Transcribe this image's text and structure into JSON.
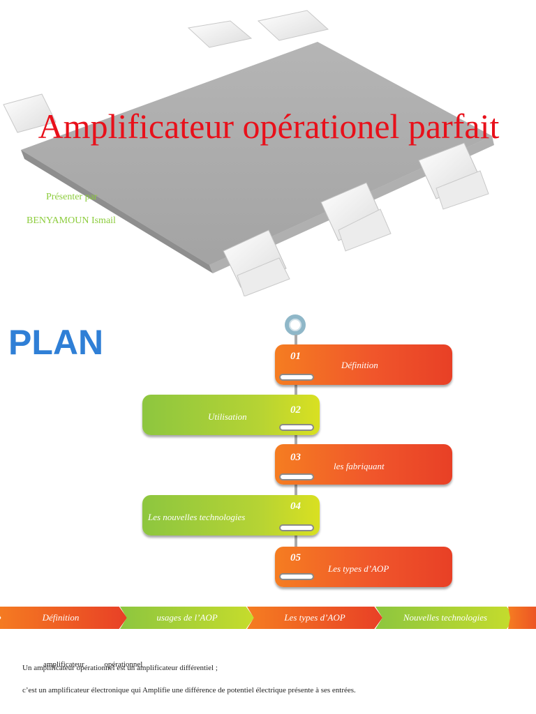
{
  "title_slide": {
    "title": "Amplificateur opérationel parfait",
    "presenter_label": "Présenter  par",
    "presenter_name": "BENYAMOUN Ismail"
  },
  "plan": {
    "title": "PLAN",
    "items": [
      {
        "number": "01",
        "label": "Définition"
      },
      {
        "number": "02",
        "label": "Utilisation"
      },
      {
        "number": "03",
        "label": "les fabriquant"
      },
      {
        "number": "04",
        "label": "Les nouvelles technologies"
      },
      {
        "number": "05",
        "label": "Les types d’AOP"
      }
    ]
  },
  "nav": {
    "items": [
      "Définition",
      "usages de l’AOP",
      "Les types d’AOP",
      "Nouvelles technologies"
    ]
  },
  "definition": {
    "line1": "Un amplificateur opérationnel est un amplificateur différentiel ;",
    "overlay": "amplificateur opérationnel",
    "line2": "c’est un amplificateur électronique qui Amplifie une différence de potentiel électrique présente à ses entrées."
  },
  "colors": {
    "title_red": "#e8101a",
    "presenter_green": "#8ccc3c",
    "plan_blue": "#2f7fd6",
    "orange": "#f0562b",
    "green": "#a9cf38"
  }
}
